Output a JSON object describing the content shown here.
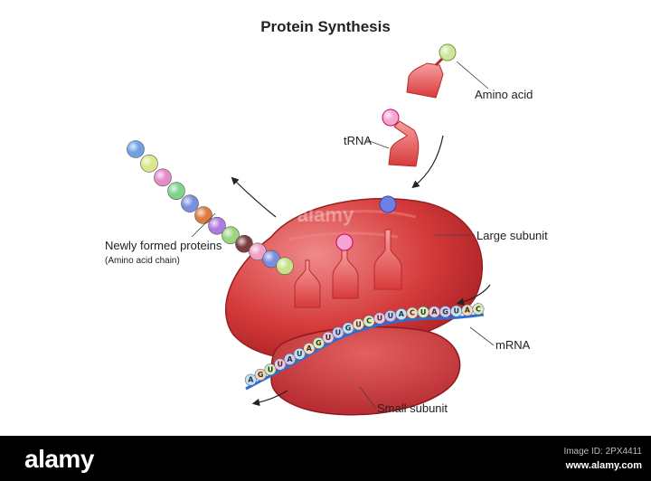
{
  "title": "Protein Synthesis",
  "labels": {
    "amino_acid": "Amino acid",
    "trna": "tRNA",
    "large_subunit": "Large subunit",
    "mrna": "mRNA",
    "small_subunit": "Small subunit",
    "newly_formed": "Newly formed proteins",
    "amino_acid_chain": "(Amino acid chain)"
  },
  "codon_letters": [
    "A",
    "G",
    "U",
    "U",
    "A",
    "U",
    "A",
    "G",
    "U",
    "U",
    "G",
    "U",
    "C",
    "U",
    "U",
    "A",
    "C",
    "U",
    "A",
    "G",
    "U",
    "A",
    "C"
  ],
  "chain_bead_colors": [
    "#6fa0e0",
    "#d8e88a",
    "#e58bc8",
    "#7fd38a",
    "#7a8ee0",
    "#e07a40",
    "#ad7be0",
    "#9ad57f",
    "#7a3c3c",
    "#f0a0c8",
    "#7a8ee0",
    "#c8e08a"
  ],
  "colors": {
    "ribosome": "#d43a3a",
    "trna": "#e85a5a",
    "mrna_backbone": "#2a6fd8"
  },
  "footer": {
    "brand": "alamy",
    "image_id": "Image ID: 2PX4411",
    "site": "www.alamy.com"
  }
}
